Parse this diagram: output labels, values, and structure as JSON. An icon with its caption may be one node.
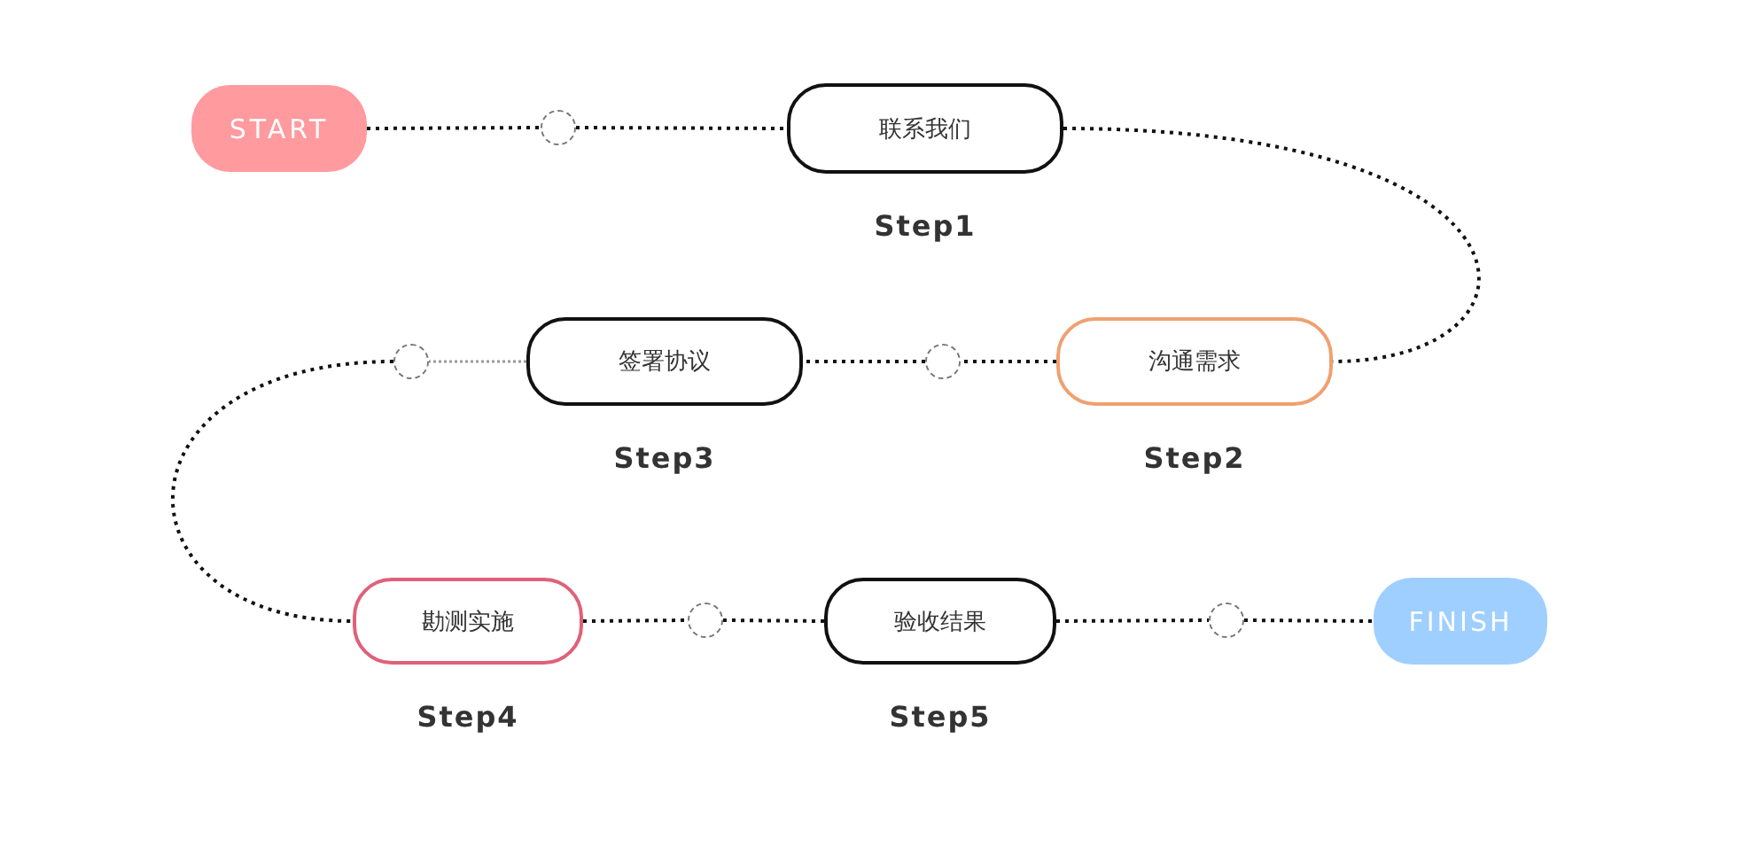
{
  "diagram": {
    "nodes": [
      {
        "text": [
          "START"
        ]
      },
      {
        "text": [],
        "shape": "circle"
      },
      {
        "text": [
          "联系我们"
        ],
        "beside": [
          "Step1"
        ]
      },
      {
        "text": [
          "沟通需求"
        ],
        "beside": [
          "Step2"
        ]
      },
      {
        "text": [],
        "shape": "circle"
      },
      {
        "text": [
          "签署协议"
        ],
        "beside": [
          "Step3"
        ]
      },
      {
        "text": [],
        "shape": "circle"
      },
      {
        "text": [
          "勘测实施"
        ],
        "beside": [
          "Step4"
        ]
      },
      {
        "text": [],
        "shape": "circle"
      },
      {
        "text": [
          "验收结果"
        ],
        "beside": [
          "Step5"
        ]
      },
      {
        "text": [],
        "shape": "circle"
      },
      {
        "text": [
          "FINISH"
        ]
      }
    ],
    "edges": [
      {
        "from": 0,
        "to": 1,
        "arrow": "none"
      },
      {
        "from": 1,
        "to": 2,
        "arrow": "none"
      },
      {
        "from": 2,
        "to": 3,
        "arrow": "none"
      },
      {
        "from": 3,
        "to": 4,
        "arrow": "none"
      },
      {
        "from": 4,
        "to": 5,
        "arrow": "none"
      },
      {
        "from": 5,
        "to": 6,
        "arrow": "none",
        "color": "#999999"
      },
      {
        "from": 6,
        "to": 7,
        "arrow": "none"
      },
      {
        "from": 7,
        "to": 8,
        "arrow": "none"
      },
      {
        "from": 8,
        "to": 9,
        "arrow": "none"
      },
      {
        "from": 9,
        "to": 10,
        "arrow": "none"
      },
      {
        "from": 10,
        "to": 11,
        "arrow": "none"
      }
    ]
  }
}
